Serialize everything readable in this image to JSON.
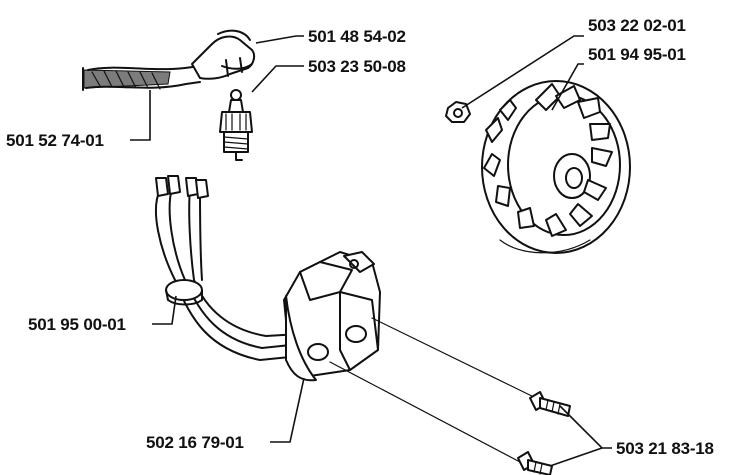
{
  "labels": {
    "plug_cap": "501 48 54-02",
    "spark_plug": "503 23 50-08",
    "ignition_lead": "501 52 74-01",
    "flywheel_nut": "503 22 02-01",
    "flywheel": "501 94 95-01",
    "grommet": "501 95 00-01",
    "ignition_module": "502 16 79-01",
    "module_screws": "503 21 83-18"
  },
  "colors": {
    "ink": "#111111",
    "background": "#ffffff"
  }
}
